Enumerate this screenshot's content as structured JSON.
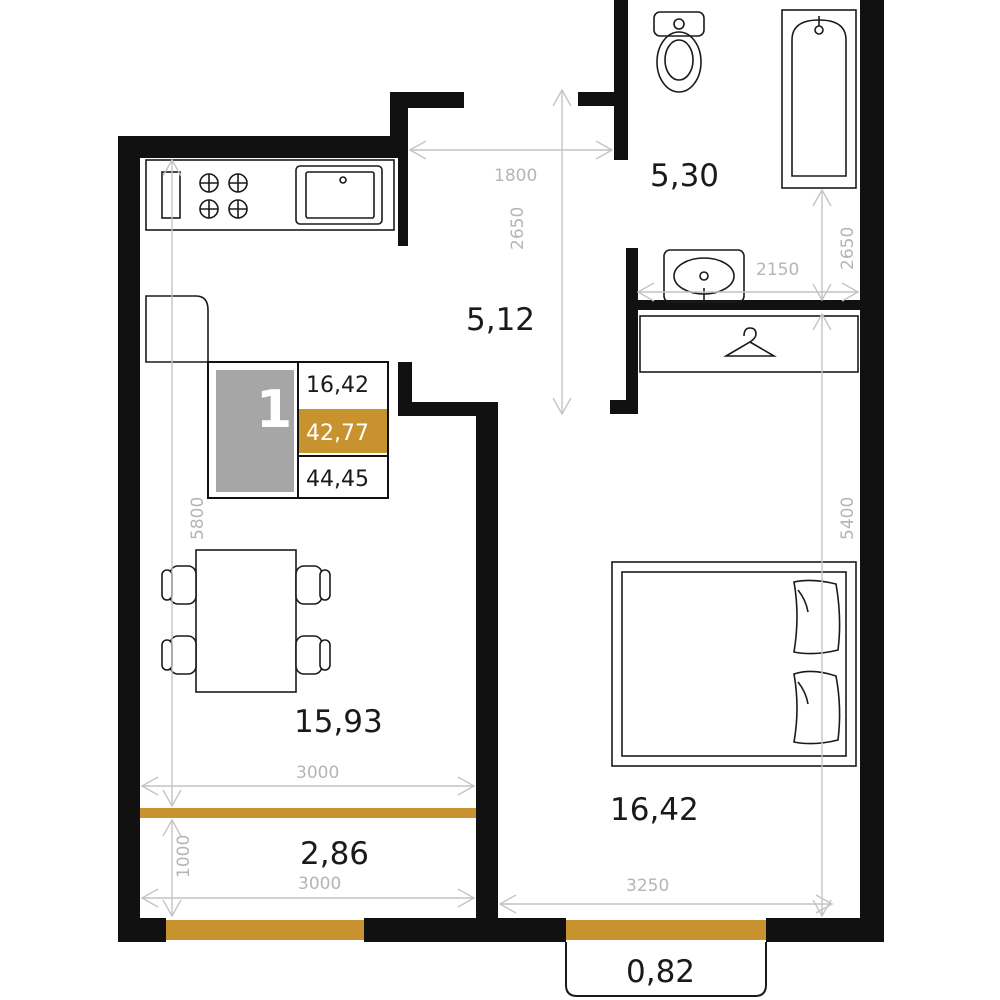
{
  "rooms": {
    "bathroom_area": "5,30",
    "hall_area": "5,12",
    "kitchen_area": "15,93",
    "bedroom_area": "16,42",
    "loggia_area": "2,86",
    "balcony_area": "0,82"
  },
  "dimensions": {
    "hall_width": "1800",
    "hall_length": "2650",
    "bath_width": "2150",
    "bath_length": "2650",
    "kitchen_length": "5800",
    "bedroom_length": "5400",
    "kitchen_width": "3000",
    "loggia_width": "3000",
    "loggia_depth": "1000",
    "bedroom_width": "3250"
  },
  "summary": {
    "rooms_count": "1",
    "living_area": "16,42",
    "total_area": "42,77",
    "total_area_with_balcony": "44,45"
  },
  "colors": {
    "accent": "#c8922e",
    "wall": "#111111",
    "dimension": "#c4c4c4",
    "room_icon": "#a6a6a6"
  }
}
